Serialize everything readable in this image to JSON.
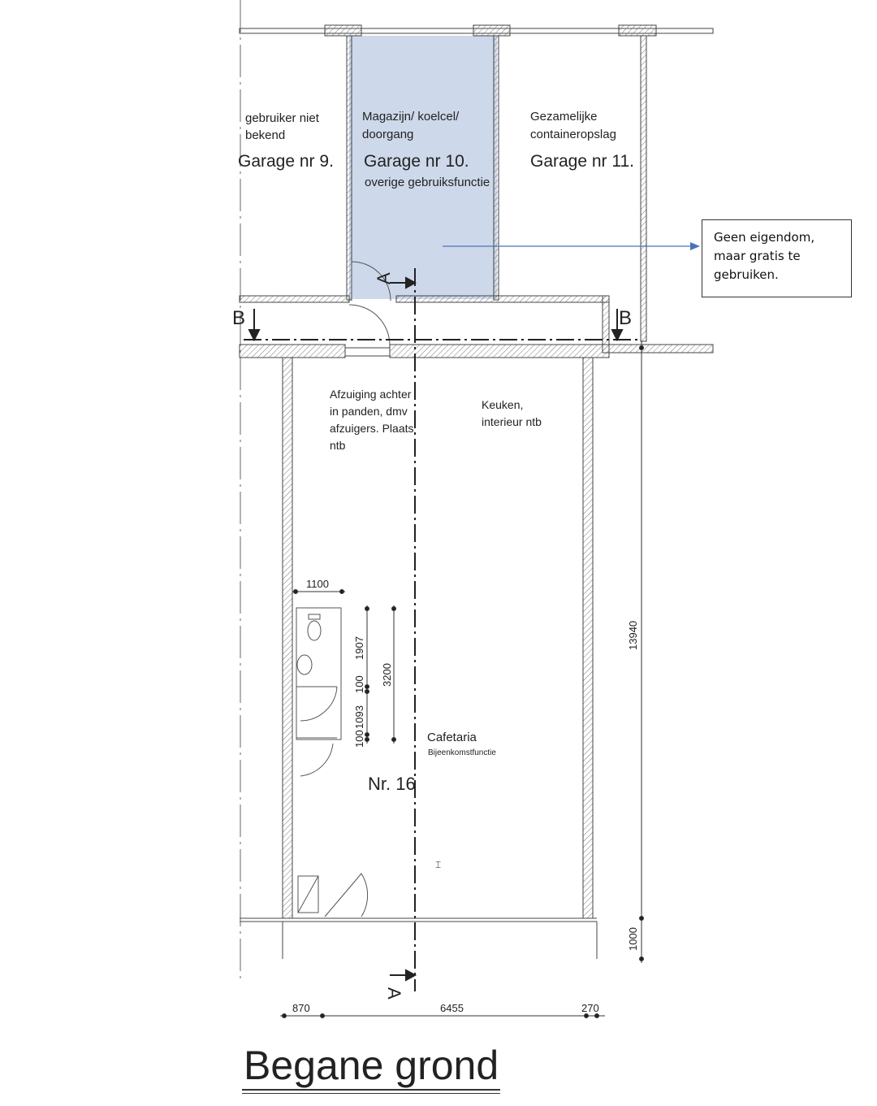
{
  "garages": [
    {
      "name": "Garage nr 9.",
      "use": "gebruiker niet bekend",
      "use_lines": [
        "gebruiker niet",
        "bekend"
      ]
    },
    {
      "name": "Garage nr 10.",
      "use_lines": [
        "Magazijn/ koelcel/",
        "doorgang"
      ],
      "function": "overige gebruiksfunctie"
    },
    {
      "name": "Garage nr 11.",
      "use_lines": [
        "Gezamelijke",
        "containeropslag"
      ]
    }
  ],
  "callout": {
    "lines": [
      "Geen eigendom,",
      "maar gratis te",
      "gebruiken."
    ]
  },
  "notes": {
    "extraction": [
      "Afzuiging achter",
      "in panden, dmv",
      "afzuigers. Plaats",
      "ntb"
    ],
    "kitchen": [
      "Keuken,",
      "interieur ntb"
    ]
  },
  "main_room": {
    "name": "Cafetaria",
    "function": "Bijeenkomstfunctie",
    "unit": "Nr. 16"
  },
  "section_marks": {
    "a": "A",
    "b": "B"
  },
  "dimensions": {
    "toilet_width": "1100",
    "toilet_stack": [
      "1907",
      "100",
      "1093",
      "100"
    ],
    "toilet_total": "3200",
    "depth": "13940",
    "front": "1000",
    "bottom": [
      "870",
      "6455",
      "270"
    ]
  },
  "title": "Begane grond",
  "colors": {
    "highlight": "#cdd8ea",
    "arrow": "#4a74b8"
  }
}
